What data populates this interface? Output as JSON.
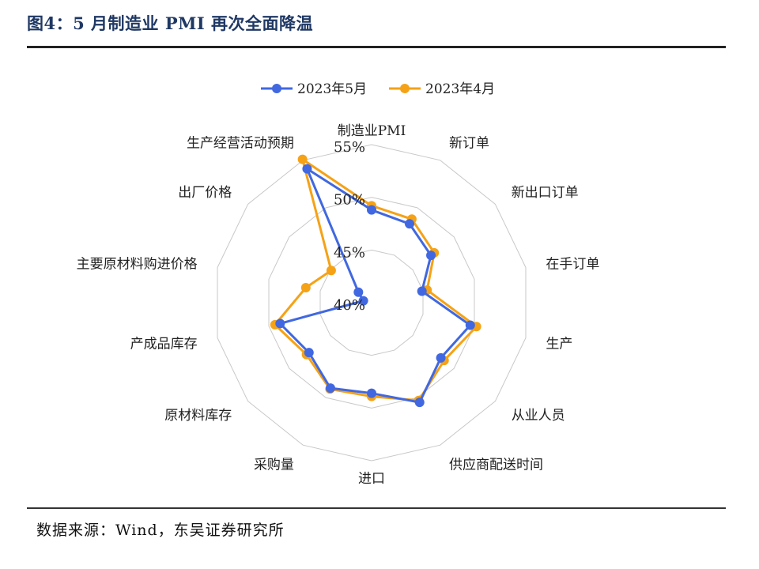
{
  "figure_title": "图4：5 月制造业 PMI 再次全面降温",
  "source_note": "数据来源：Wind，东吴证券研究所",
  "colors": {
    "may": "#4168e0",
    "april": "#f5a216",
    "grid": "#c8c8c8",
    "title": "#1f3864"
  },
  "chart_data": {
    "type": "radar",
    "title": "",
    "axes": [
      "制造业PMI",
      "新订单",
      "新出口订单",
      "在手订单",
      "生产",
      "从业人员",
      "供应商配送时间",
      "进口",
      "采购量",
      "原材料库存",
      "产成品库存",
      "主要原材料购进价格",
      "出厂价格",
      "生产经营活动预期"
    ],
    "radial_range": [
      40,
      55
    ],
    "radial_ticks": [
      40,
      45,
      50,
      55
    ],
    "tick_labels": [
      "40%",
      "45%",
      "50%",
      "55%"
    ],
    "grid": true,
    "legend_position": "top",
    "series": [
      {
        "name": "2023年5月",
        "color": "#4168e0",
        "values": [
          48.8,
          48.3,
          47.2,
          44.9,
          49.6,
          48.4,
          50.5,
          48.6,
          49.0,
          47.6,
          48.9,
          40.8,
          41.6,
          54.1
        ]
      },
      {
        "name": "2023年4月",
        "color": "#f5a216",
        "values": [
          49.2,
          48.8,
          47.6,
          45.4,
          50.2,
          48.8,
          50.3,
          48.9,
          49.1,
          47.9,
          49.4,
          46.4,
          44.9,
          55.1
        ]
      }
    ]
  }
}
